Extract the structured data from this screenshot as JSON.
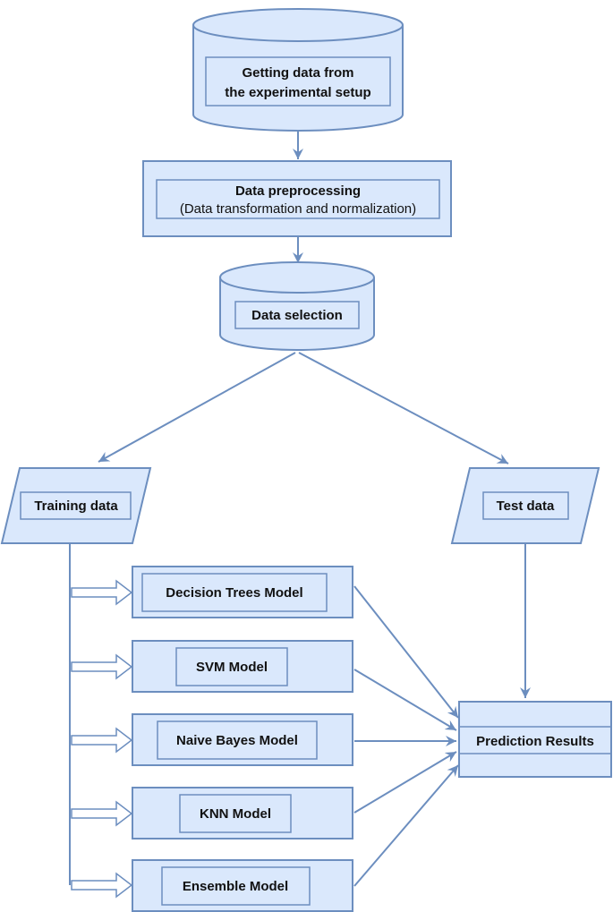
{
  "colors": {
    "fill": "#dae8fc",
    "stroke": "#6c8ebf",
    "text": "#111111"
  },
  "nodes": {
    "source": {
      "line1": "Getting data from",
      "line2": "the experimental setup"
    },
    "preprocessing": {
      "title": "Data preprocessing",
      "subtitle": "(Data transformation and normalization)"
    },
    "selection": {
      "label": "Data selection"
    },
    "training": {
      "label": "Training data"
    },
    "test": {
      "label": "Test data"
    },
    "models": [
      {
        "label": "Decision Trees Model"
      },
      {
        "label": "SVM Model"
      },
      {
        "label": "Naive Bayes Model"
      },
      {
        "label": "KNN Model"
      },
      {
        "label": "Ensemble Model"
      }
    ],
    "results": {
      "label": "Prediction Results"
    }
  }
}
